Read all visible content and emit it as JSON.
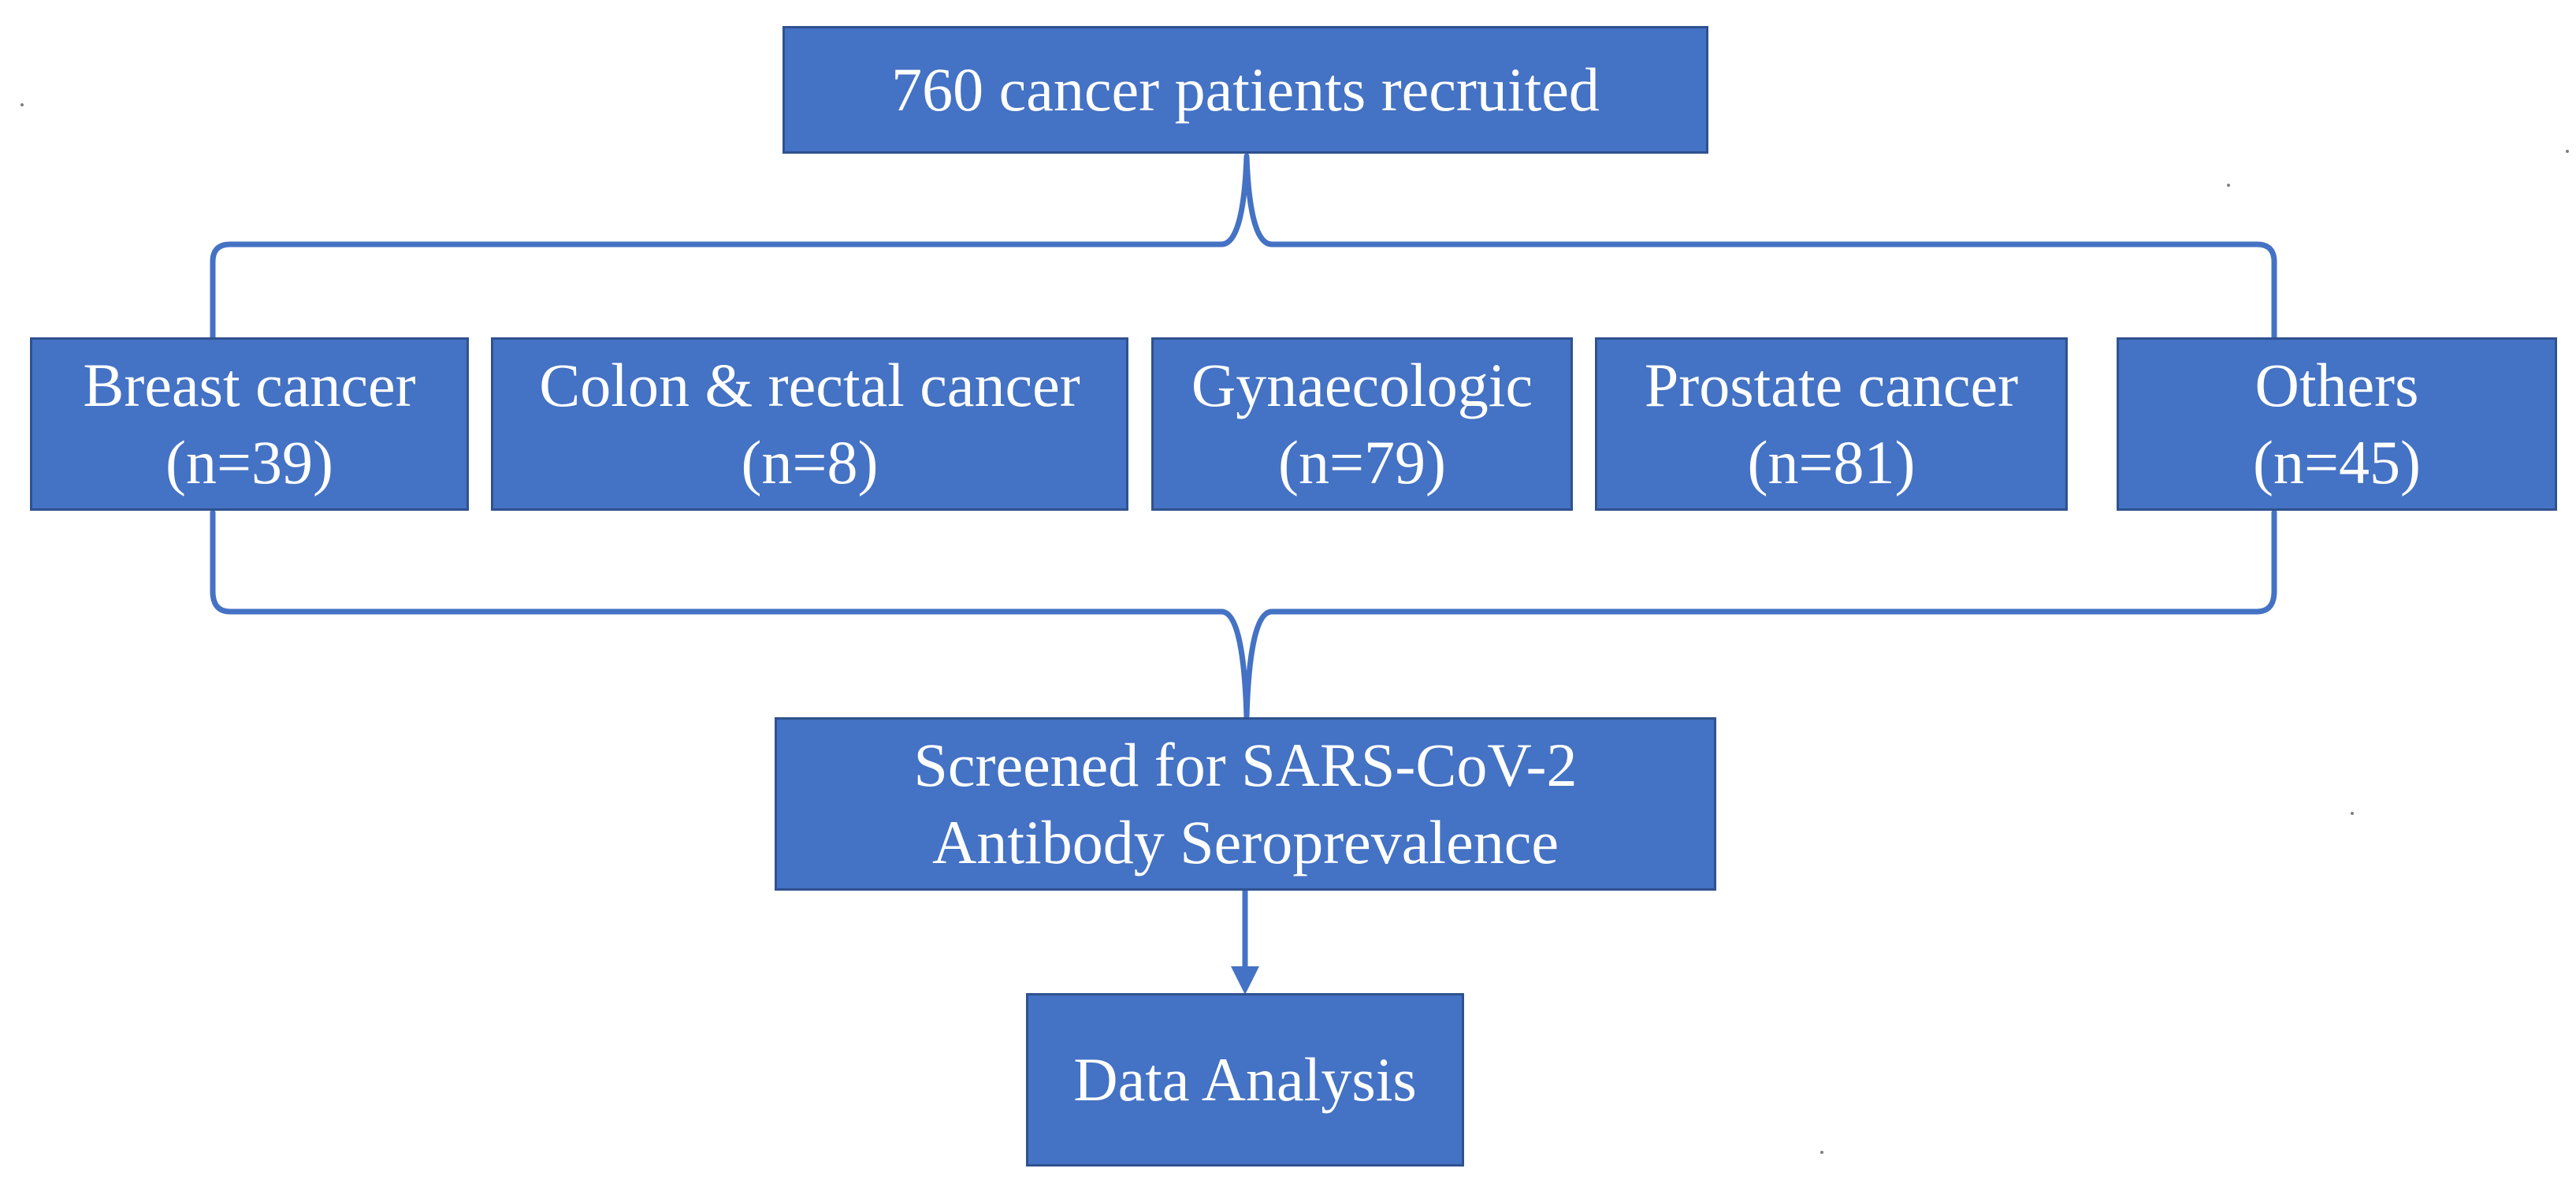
{
  "diagram": {
    "colors": {
      "box_fill": "#4472c4",
      "box_border": "#2f528f",
      "connector": "#4472c4",
      "text": "#ffffff"
    },
    "top_box": {
      "label": "760 cancer patients recruited"
    },
    "categories": [
      {
        "label": "Breast cancer",
        "count": "(n=39)"
      },
      {
        "label": "Colon & rectal cancer",
        "count": "(n=8)"
      },
      {
        "label": "Gynaecologic",
        "count": "(n=79)"
      },
      {
        "label": "Prostate cancer",
        "count": "(n=81)"
      },
      {
        "label": "Others",
        "count": "(n=45)"
      }
    ],
    "screening_box": {
      "line1": "Screened for SARS-CoV-2",
      "line2": "Antibody Seroprevalence"
    },
    "analysis_box": {
      "label": "Data Analysis"
    }
  }
}
